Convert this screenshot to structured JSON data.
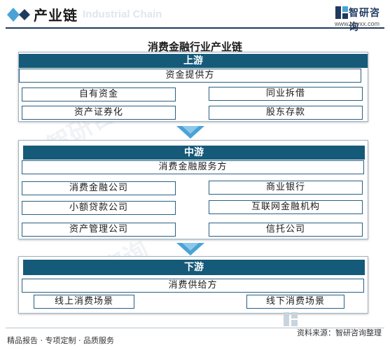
{
  "header": {
    "title": "产业链",
    "ghost_text": "Industrial Chain",
    "logo_text": "智研咨询",
    "logo_url": "www.chyxx.com"
  },
  "chart_title": "消费金融行业产业链",
  "upstream": {
    "label": "上游",
    "category": "资金提供方",
    "items": [
      "自有资金",
      "同业拆借",
      "资产证券化",
      "股东存款"
    ]
  },
  "midstream": {
    "label": "中游",
    "category": "消费金融服务方",
    "items": [
      "消费金融公司",
      "商业银行",
      "小额贷款公司",
      "互联网金融机构",
      "资产管理公司",
      "信托公司"
    ]
  },
  "downstream": {
    "label": "下游",
    "category": "消费供给方",
    "items": [
      "线上消费场景",
      "线下消费场景"
    ]
  },
  "footer": {
    "left": "精品报告 · 专项定制 · 品质服务",
    "source": "资料来源：智研咨询整理",
    "watermark": "智研咨询"
  },
  "colors": {
    "band": "#155a78",
    "border": "#2a5f80",
    "arrow": "#4aa3d6",
    "header_line": "#1f3a5f"
  }
}
